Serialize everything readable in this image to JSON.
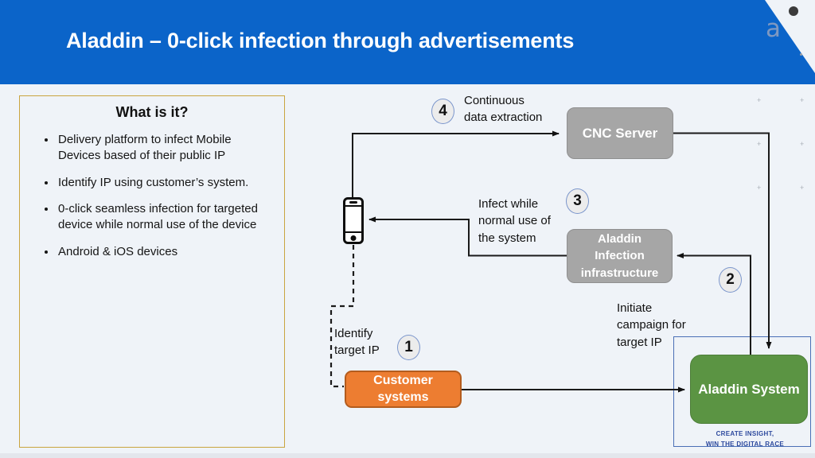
{
  "slide": {
    "title": "Aladdin – 0-click infection through advertisements",
    "tagline": "CREATE INSIGHT,\nWIN THE DIGITAL RACE",
    "corner_glyph": "a"
  },
  "what_is_it": {
    "title": "What is it?",
    "bullets": [
      "Delivery platform to infect Mobile Devices based of their public IP",
      "Identify IP using customer’s system.",
      "0-click seamless infection for targeted device while normal use of the device",
      "Android & iOS devices"
    ]
  },
  "diagram": {
    "nodes": {
      "cnc_server": "CNC Server",
      "infection_infra": "Aladdin\nInfection\ninfrastructure",
      "customer_systems": "Customer\nsystems",
      "aladdin_system": "Aladdin System"
    },
    "steps": {
      "step1": {
        "num": "1",
        "text": "Identify\ntarget IP"
      },
      "step2": {
        "num": "2",
        "text": "Initiate\ncampaign for\ntarget IP"
      },
      "step3": {
        "num": "3",
        "text": "Infect while\nnormal use of\nthe system"
      },
      "step4": {
        "num": "4",
        "text": "Continuous\ndata extraction"
      }
    }
  },
  "colors": {
    "header_blue": "#0b64c9",
    "node_gray": "#a6a6a6",
    "node_orange": "#ED7D31",
    "node_green": "#5b9443",
    "frame_blue": "#4a6fb6",
    "panel_gold": "#c9a43f",
    "circle_border": "#7b96cc",
    "tagline_blue": "#2e4a9e"
  }
}
